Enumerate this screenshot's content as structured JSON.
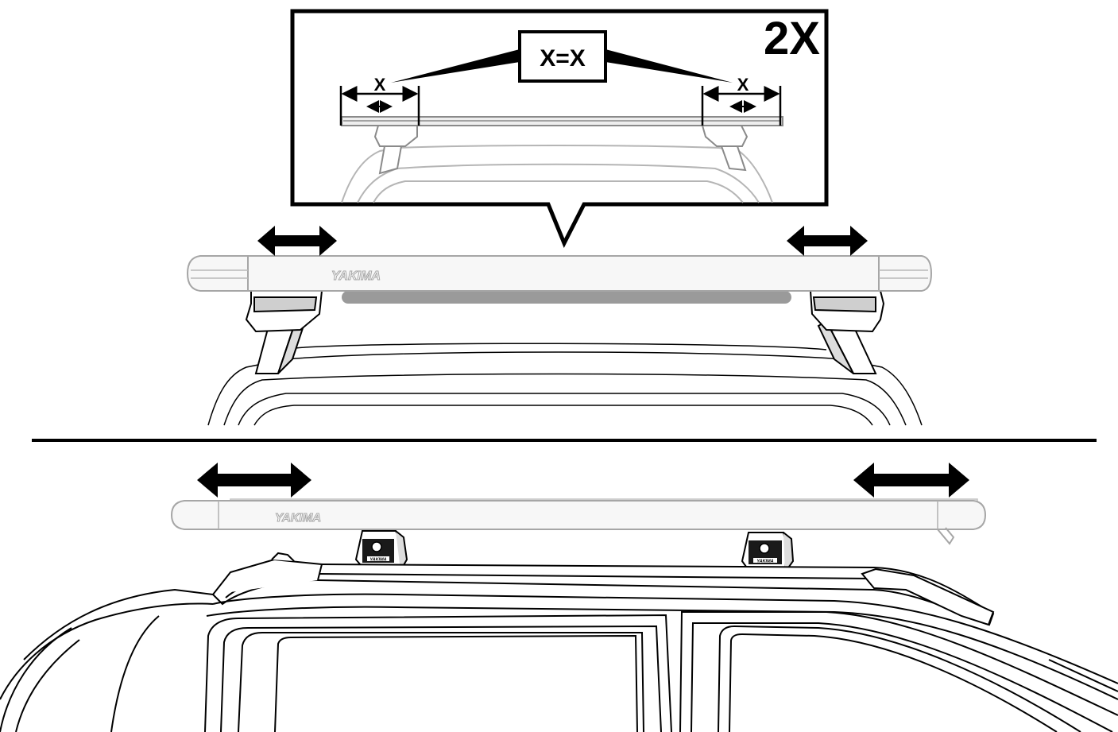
{
  "detail_callout": {
    "multiplier": "2X",
    "equation": "X=X",
    "left_dim": "X",
    "right_dim": "X"
  },
  "upper_bar": {
    "brand": "YAKIMA"
  },
  "lower_bar": {
    "brand": "YAKIMA"
  },
  "tower_badges": [
    "YAKIMA",
    "YAKIMA"
  ],
  "colors": {
    "ink": "#000000",
    "bar_gray": "#a6a6a6",
    "bar_fill": "#f7f7f7",
    "bg": "#ffffff"
  }
}
